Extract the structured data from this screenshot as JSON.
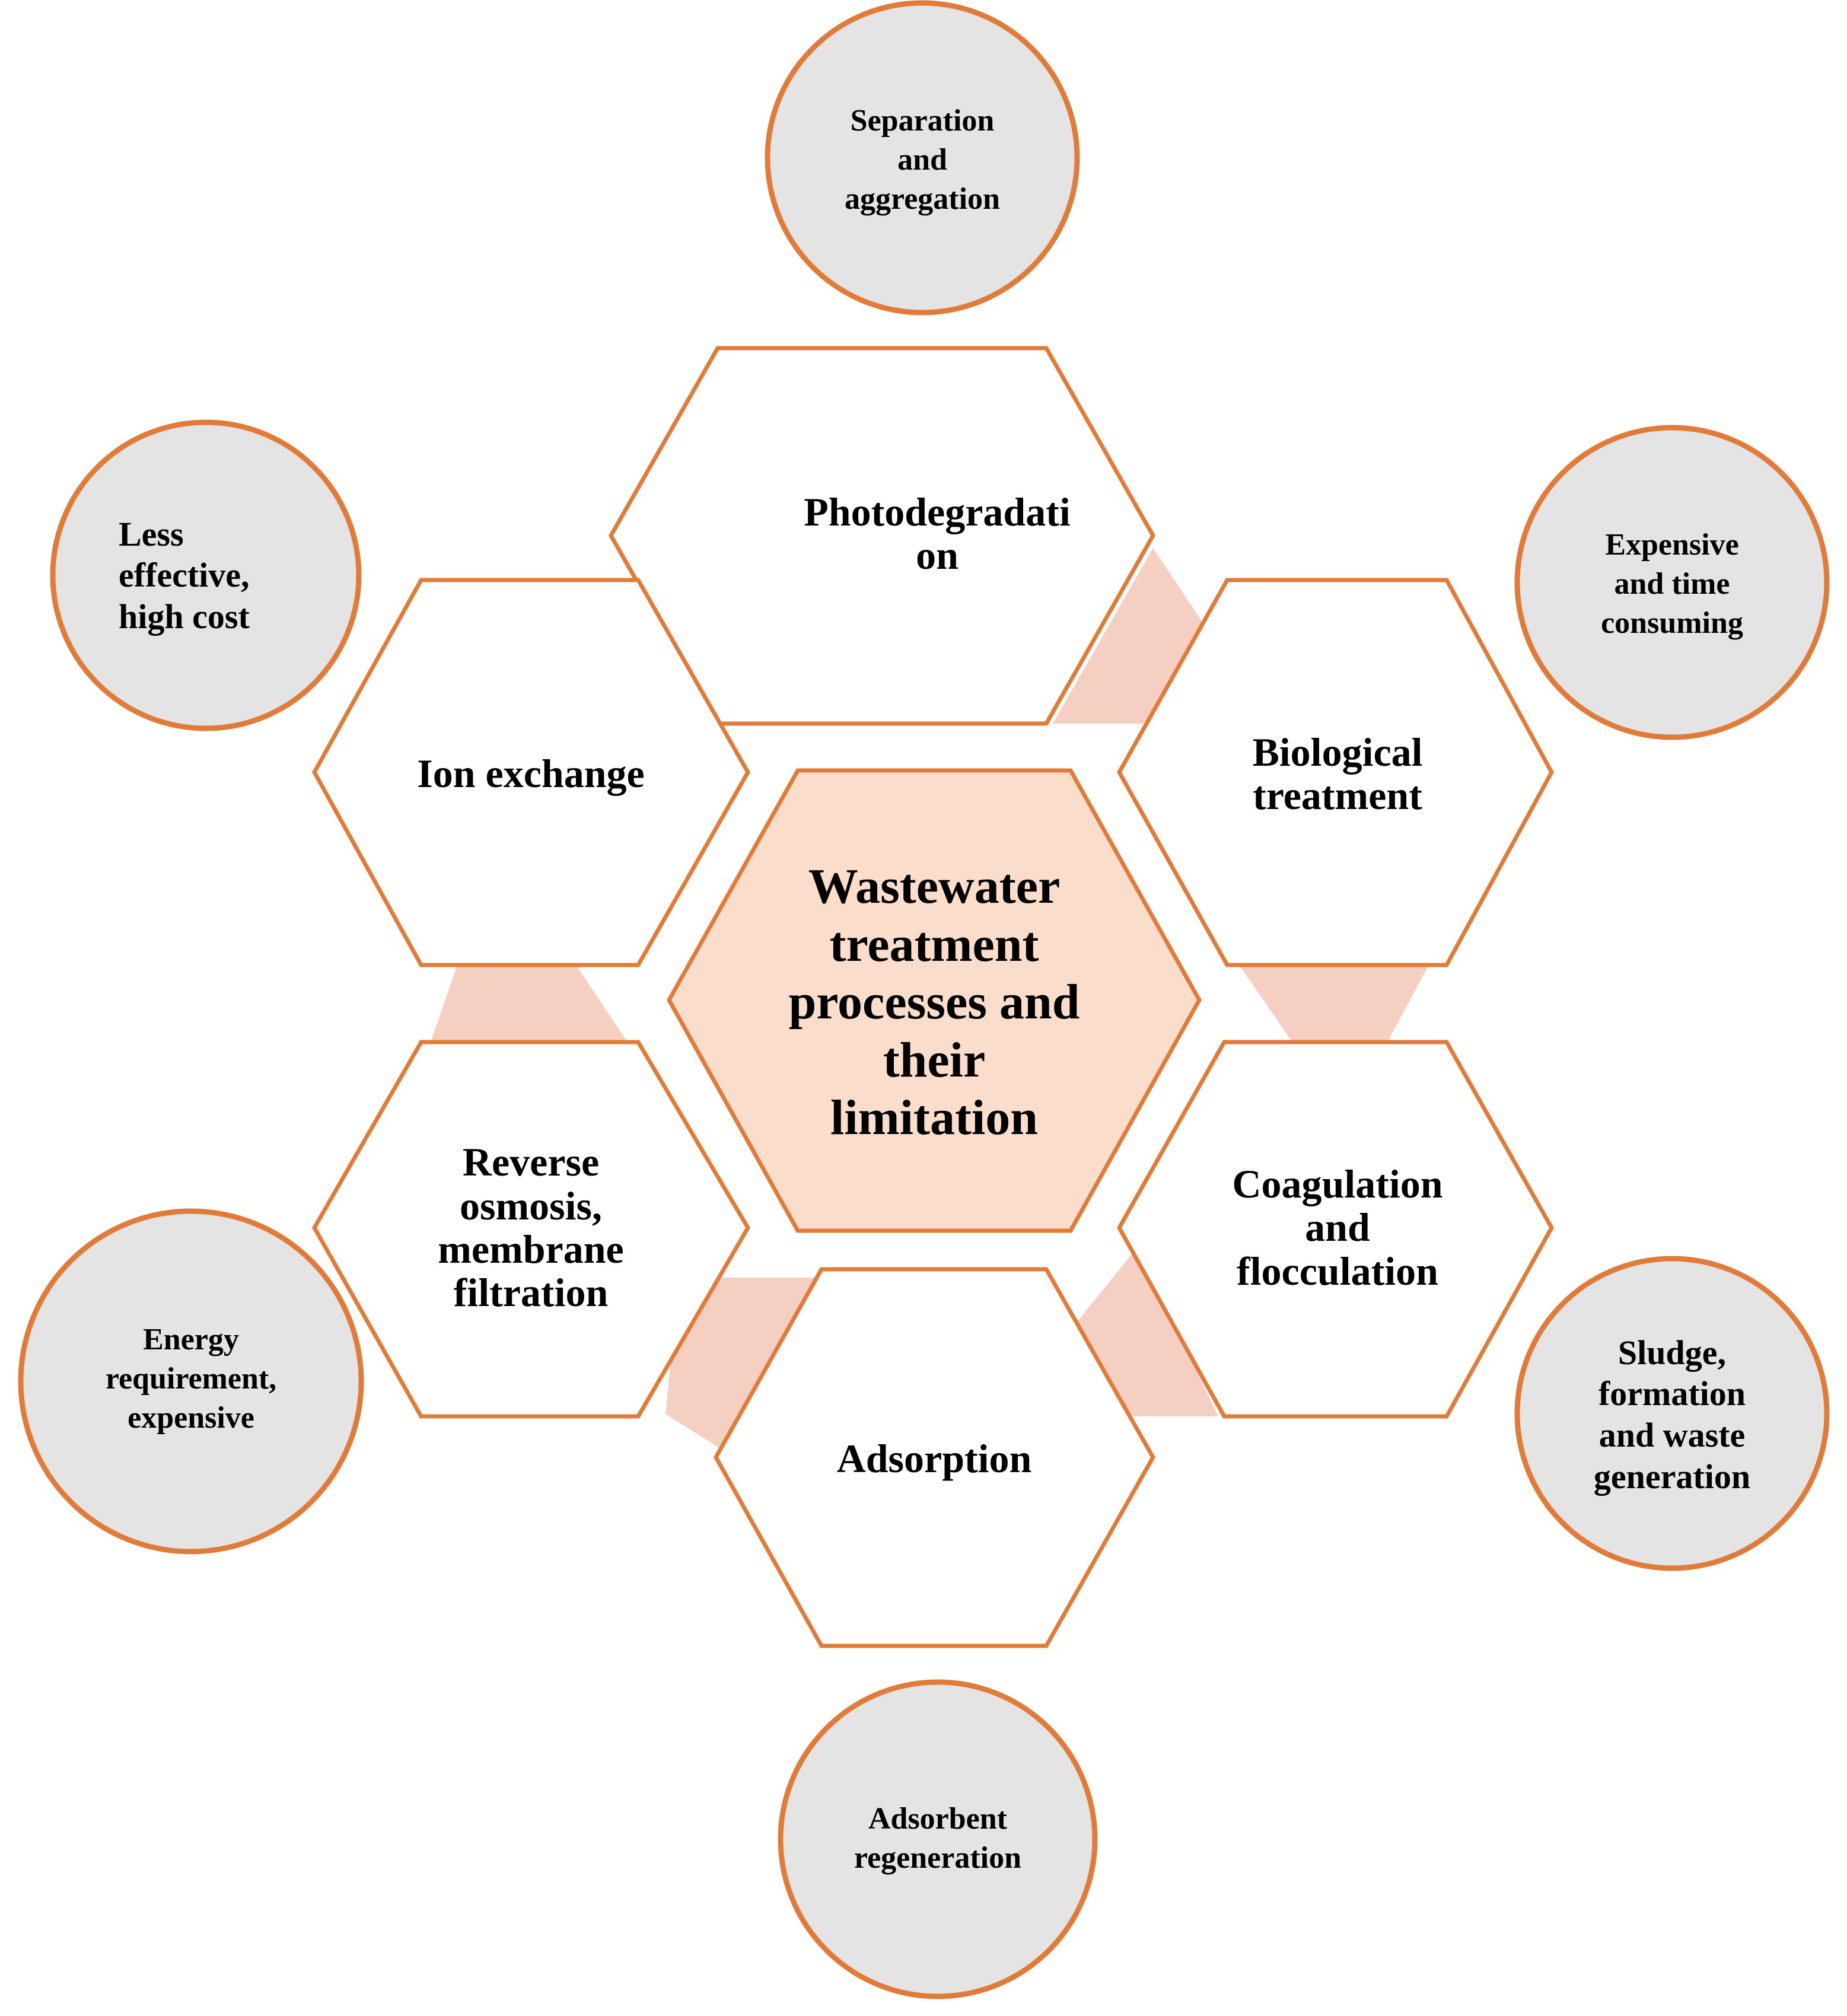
{
  "center": {
    "label": "Wastewater\ntreatment\nprocesses and\ntheir\nlimitation"
  },
  "processes": [
    {
      "id": "photodegradation",
      "label": "Photodegradati\non"
    },
    {
      "id": "biological",
      "label": "Biological\ntreatment"
    },
    {
      "id": "coagulation",
      "label": "Coagulation\nand\nflocculation"
    },
    {
      "id": "adsorption",
      "label": "Adsorption"
    },
    {
      "id": "reverse-osmosis",
      "label": "Reverse\nosmosis,\nmembrane\nfiltration"
    },
    {
      "id": "ion-exchange",
      "label": "Ion exchange"
    }
  ],
  "limitations": [
    {
      "id": "photodegradation",
      "label": "Separation\nand\naggregation"
    },
    {
      "id": "biological",
      "label": "Expensive\nand time\nconsuming"
    },
    {
      "id": "coagulation",
      "label": "Sludge,\nformation\nand waste\ngeneration"
    },
    {
      "id": "adsorption",
      "label": "Adsorbent\nregeneration"
    },
    {
      "id": "reverse-osmosis",
      "label": "Energy\nrequirement,\nexpensive"
    },
    {
      "id": "ion-exchange",
      "label": "Less\neffective,\nhigh cost"
    }
  ],
  "colors": {
    "outline": "#E07B39",
    "center_fill": "#FBDDCB",
    "connector_fill": "#F6CFC3",
    "circle_fill": "#E4E4E4",
    "hex_fill": "#FFFFFF"
  }
}
